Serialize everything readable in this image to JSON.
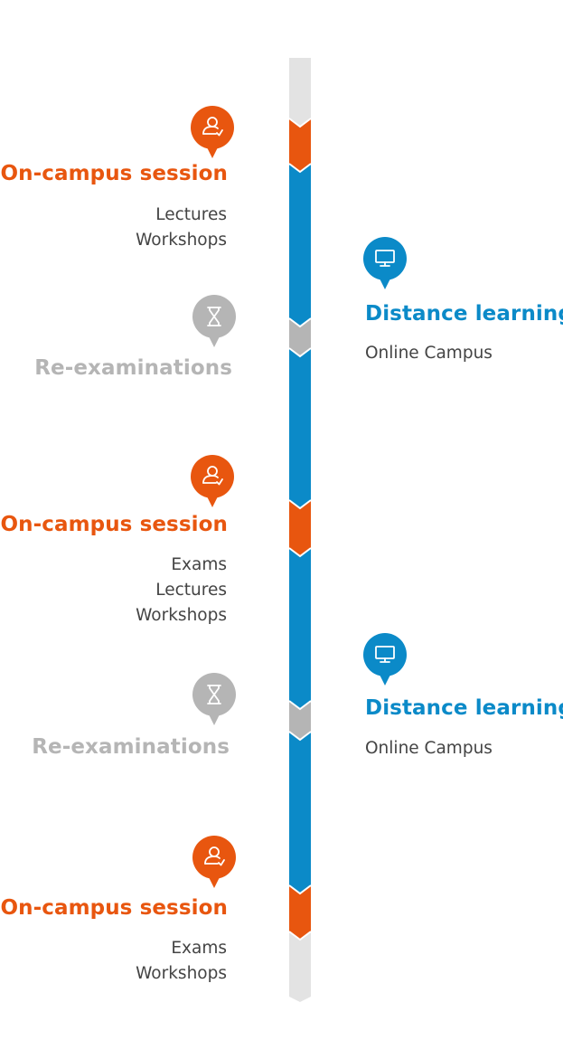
{
  "colors": {
    "orange": "#e8560f",
    "blue": "#0b8ac8",
    "gray": "#b5b5b5",
    "light_gray": "#e3e3e3",
    "text": "#444444"
  },
  "timeline": [
    {
      "kind": "on-campus",
      "icon": "person-check-icon",
      "title": "On-campus session",
      "items": [
        "Lectures",
        "Workshops"
      ]
    },
    {
      "kind": "distance",
      "icon": "monitor-icon",
      "title": "Distance learning",
      "items": [
        "Online Campus"
      ]
    },
    {
      "kind": "re-exam",
      "icon": "hourglass-icon",
      "title": "Re-examinations",
      "items": []
    },
    {
      "kind": "on-campus",
      "icon": "person-check-icon",
      "title": "On-campus session",
      "items": [
        "Exams",
        "Lectures",
        "Workshops"
      ]
    },
    {
      "kind": "distance",
      "icon": "monitor-icon",
      "title": "Distance learning",
      "items": [
        "Online Campus"
      ]
    },
    {
      "kind": "re-exam",
      "icon": "hourglass-icon",
      "title": "Re-examinations",
      "items": []
    },
    {
      "kind": "on-campus",
      "icon": "person-check-icon",
      "title": "On-campus session",
      "items": [
        "Exams",
        "Workshops"
      ]
    }
  ]
}
